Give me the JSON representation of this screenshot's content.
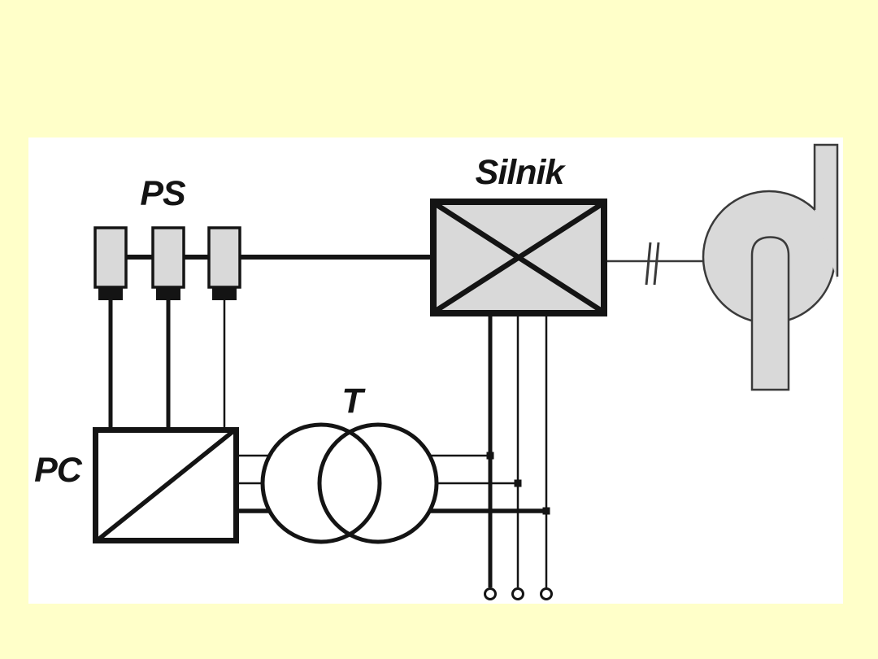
{
  "labels": {
    "position_sensors": "PS",
    "converter": "PC",
    "transformer": "T",
    "motor": "Silnik"
  },
  "colors": {
    "bg": "#FFFFC9",
    "panel": "#FFFFFF",
    "component-fill": "#D9D9D9",
    "ink": "#141414",
    "outline": "#3A3A3A"
  },
  "icons": [
    "sensor-icon",
    "converter-icon",
    "transformer-icon",
    "motor-icon",
    "coupling-icon",
    "pump-icon",
    "terminal-icon"
  ]
}
